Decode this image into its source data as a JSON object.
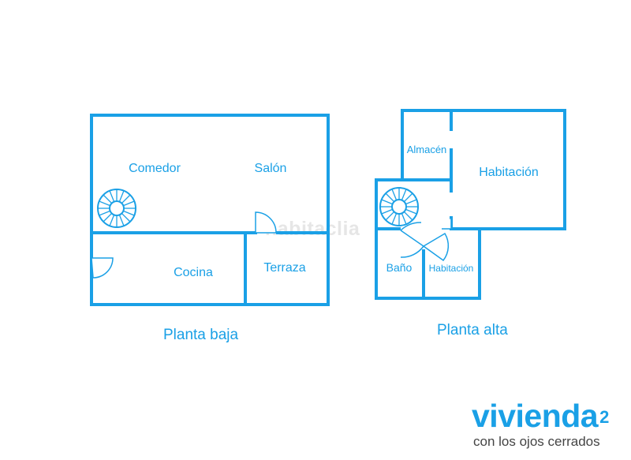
{
  "plans": {
    "ground": {
      "title": "Planta baja",
      "rooms": {
        "comedor": "Comedor",
        "salon": "Salón",
        "cocina": "Cocina",
        "terraza": "Terraza"
      }
    },
    "upper": {
      "title": "Planta alta",
      "rooms": {
        "almacen": "Almacén",
        "habitacion_main": "Habitación",
        "bano": "Baño",
        "habitacion_small": "Habitación"
      }
    }
  },
  "watermark": {
    "text": "habitaclia"
  },
  "brand": {
    "name": "vivienda",
    "superscript": "2",
    "tagline": "con los ojos cerrados"
  },
  "colors": {
    "wall": "#1aa0e6",
    "text": "#1aa0e6",
    "tagline": "#444444",
    "watermark": "#e6e6e6",
    "background": "#ffffff"
  }
}
